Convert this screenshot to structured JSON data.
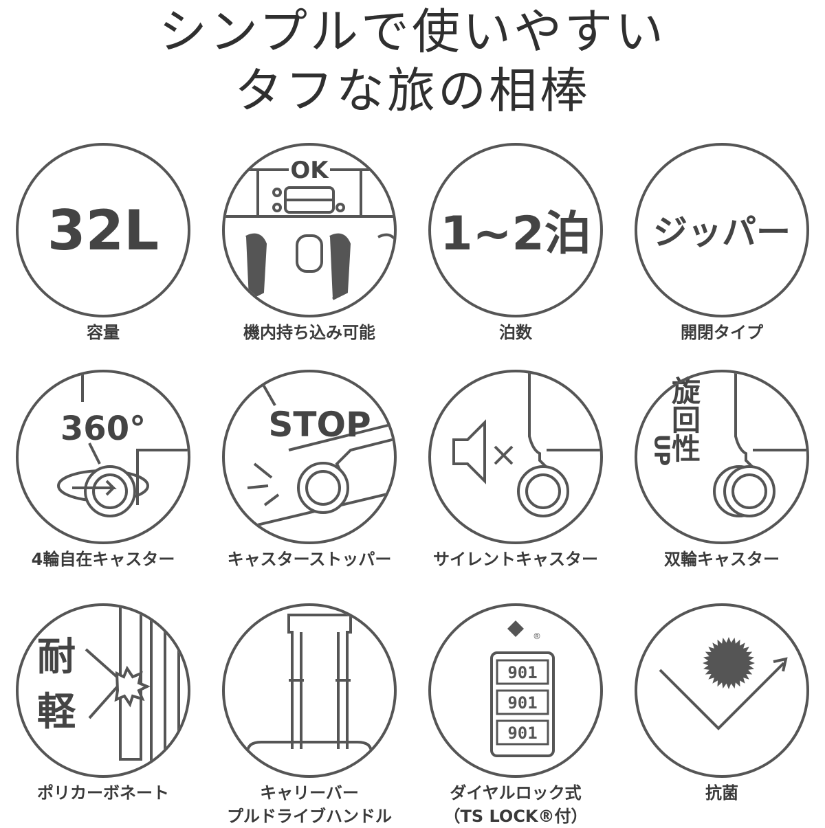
{
  "title": {
    "line1": "シンプルで使いやすい",
    "line2": "タフな旅の相棒"
  },
  "colors": {
    "stroke": "#555555",
    "text": "#333333"
  },
  "features": [
    {
      "icon": "capacity",
      "value": "32L",
      "label": "容量"
    },
    {
      "icon": "cabin-ok",
      "value": "OK",
      "label": "機内持ち込み可能"
    },
    {
      "icon": "nights",
      "value": "1~2泊",
      "label": "泊数"
    },
    {
      "icon": "opening",
      "value": "ジッパー",
      "label": "開閉タイプ"
    },
    {
      "icon": "caster-360",
      "value": "360°",
      "label": "4輪自在キャスター"
    },
    {
      "icon": "caster-stop",
      "value": "STOP",
      "label": "キャスターストッパー"
    },
    {
      "icon": "silent-caster",
      "label": "サイレントキャスター"
    },
    {
      "icon": "double-caster",
      "value_vertical": "旋回性",
      "value_up": "UP",
      "label": "双輪キャスター"
    },
    {
      "icon": "polycarbonate",
      "value_top": "耐",
      "value_bottom": "軽",
      "label": "ポリカーボネート"
    },
    {
      "icon": "carry-bar",
      "label": "キャリーバー",
      "label2": "プルドライブハンドル"
    },
    {
      "icon": "dial-lock",
      "lock_digits": [
        "901",
        "901",
        "901"
      ],
      "label": "ダイヤルロック式",
      "label2": "（TS LOCK®付）"
    },
    {
      "icon": "antibacterial",
      "label": "抗菌"
    }
  ]
}
